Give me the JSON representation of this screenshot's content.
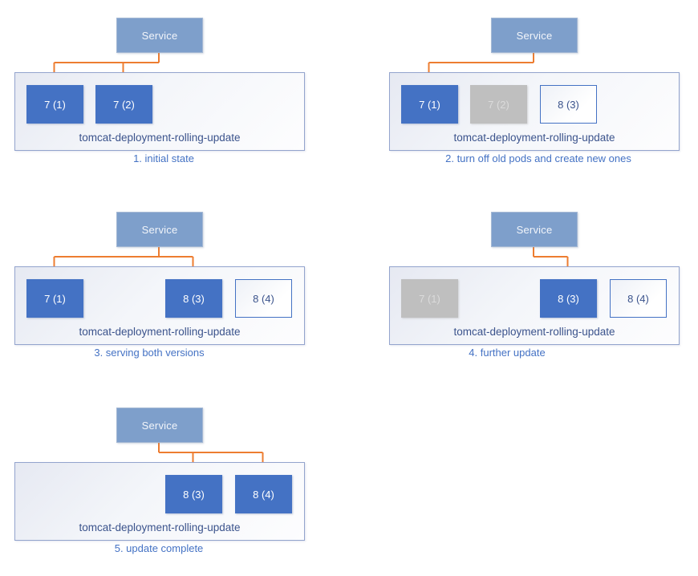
{
  "diagram": {
    "service_label": "Service",
    "deployment_label": "tomcat-deployment-rolling-update",
    "panels": [
      {
        "caption": "1. initial state",
        "pods": [
          {
            "label": "7 (1)",
            "slot": 0,
            "state": "active"
          },
          {
            "label": "7 (2)",
            "slot": 1,
            "state": "active"
          }
        ],
        "arrow_targets": [
          0,
          1
        ]
      },
      {
        "caption": "2. turn off old pods and create new ones",
        "pods": [
          {
            "label": "7 (1)",
            "slot": 0,
            "state": "active"
          },
          {
            "label": "7 (2)",
            "slot": 1,
            "state": "inactive"
          },
          {
            "label": "8 (3)",
            "slot": 2,
            "state": "new"
          }
        ],
        "arrow_targets": [
          0
        ]
      },
      {
        "caption": "3. serving both versions",
        "pods": [
          {
            "label": "7 (1)",
            "slot": 0,
            "state": "active"
          },
          {
            "label": "8 (3)",
            "slot": 2,
            "state": "active"
          },
          {
            "label": "8 (4)",
            "slot": 3,
            "state": "new"
          }
        ],
        "arrow_targets": [
          0,
          2
        ]
      },
      {
        "caption": "4. further update",
        "pods": [
          {
            "label": "7 (1)",
            "slot": 0,
            "state": "inactive"
          },
          {
            "label": "8 (3)",
            "slot": 2,
            "state": "active"
          },
          {
            "label": "8 (4)",
            "slot": 3,
            "state": "new"
          }
        ],
        "arrow_targets": [
          2
        ]
      },
      {
        "caption": "5. update complete",
        "pods": [
          {
            "label": "8 (3)",
            "slot": 2,
            "state": "active"
          },
          {
            "label": "8 (4)",
            "slot": 3,
            "state": "active"
          }
        ],
        "arrow_targets": [
          2,
          3
        ]
      }
    ],
    "colors": {
      "service_fill": "#7E9FCB",
      "service_border": "#A4B8D4",
      "pod_active_fill": "#4472C4",
      "pod_active_text": "#FFFFFF",
      "pod_inactive_fill": "#BFBFBF",
      "pod_inactive_text": "#DBDBDB",
      "pod_new_border": "#4472C4",
      "pod_new_text": "#3B538C",
      "arrow": "#ED7D31",
      "deployment_label_text": "#3B538C",
      "caption_text": "#4472C4",
      "container_border": "#93A4CD"
    }
  }
}
